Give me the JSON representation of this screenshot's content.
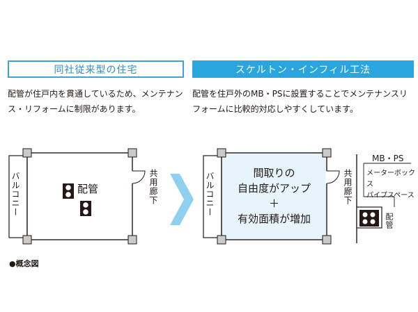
{
  "left_panel": {
    "heading": "同社従来型の住宅",
    "description": "配管が住戸内を貫通しているため、メンテナンス・リフォームに制限があります。",
    "balcony_label": "バルコニー",
    "corridor_label": "共用廊下",
    "pipe_label": "配管"
  },
  "right_panel": {
    "heading": "スケルトン・インフィル工法",
    "description": "配管を住戸外のMB・PSに設置することでメンテナンスリフォームに比較的対応しやすくしています。",
    "balcony_label": "バルコニー",
    "corridor_label": "共用廊下",
    "benefit_line1": "間取りの",
    "benefit_line2": "自由度がアップ",
    "benefit_plus": "＋",
    "benefit_line3": "有効面積が増加",
    "mbps_title": "MB・PS",
    "mbps_line1": "メーターボックス",
    "mbps_line2": "パイプスペース",
    "pipe_label": "配管"
  },
  "caption": "●概念図",
  "colors": {
    "accent_blue": "#2aa5dd",
    "arrow_blue": "#8fd0ef",
    "room_fill_right": "#e6f4fb",
    "outline": "#231815",
    "column_gray": "#c9caca"
  }
}
